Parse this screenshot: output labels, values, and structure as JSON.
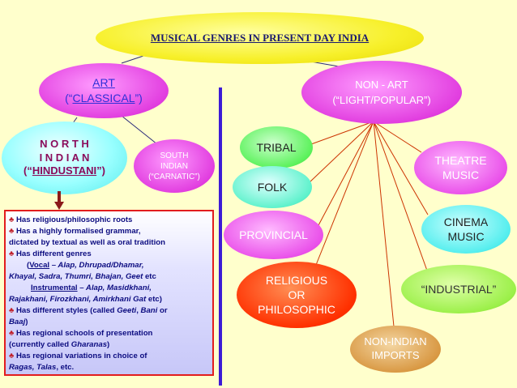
{
  "diagram": {
    "title": "MUSICAL GENRES IN PRESENT DAY INDIA",
    "art": {
      "line1": "ART",
      "line2_prefix": "(“",
      "line2_word": "CLASSICAL",
      "line2_suffix": "”)"
    },
    "non_art": {
      "line1": "NON - ART",
      "line2": "(“LIGHT/POPULAR”)"
    },
    "north_indian": {
      "line1": "N O R T H",
      "line2": "I N D I A N",
      "line3_prefix": "(“",
      "line3_word": "HINDUSTANI",
      "line3_suffix": "”)"
    },
    "south_indian": {
      "line1": "SOUTH",
      "line2": "INDIAN",
      "line3": "(“CARNATIC”)"
    },
    "genres": {
      "tribal": "TRIBAL",
      "folk": "FOLK",
      "provincial": "PROVINCIAL",
      "religious": {
        "line1": "RELIGIOUS",
        "line2": "OR",
        "line3": "PHILOSOPHIC"
      },
      "theatre": {
        "line1": "THEATRE",
        "line2": "MUSIC"
      },
      "cinema": {
        "line1": "CINEMA",
        "line2": "MUSIC"
      },
      "industrial": "“INDUSTRIAL”",
      "non_indian": {
        "line1": "NON-INDIAN",
        "line2": "IMPORTS"
      }
    },
    "hindustani_notes": {
      "bullet": "♣",
      "b1": " Has religious/philosophic roots",
      "b2": " Has a highly formalised grammar,",
      "b2_cont": "dictated by textual as well as oral tradition",
      "b3": " Has different genres",
      "vocal_word": "Vocal",
      "vocal_rest": " – Alap, Dhrupad/Dhamar,",
      "vocal_cont": "Khayal, Sadra, Thumri, Bhajan, Geet",
      "vocal_etc": " etc",
      "instr_word": "Instrumental",
      "instr_rest": " – Alap, Masidkhani,",
      "instr_cont": "Rajakhani, Firozkhani, Amirkhani Gat",
      "instr_etc": " etc)",
      "b4_start": " Has different styles (called ",
      "b4_geeti": "Geeti",
      "b4_comma": ", ",
      "b4_bani": "Bani",
      "b4_or": " or",
      "b4_baaj": "Baaj",
      "b4_end": ")",
      "b5": " Has regional schools of presentation",
      "b5_cont_start": "(currently called ",
      "b5_gharanas": "Gharanas",
      "b5_cont_end": ")",
      "b6": " Has regional variations in choice of",
      "b6_ragas": "Ragas, Talas",
      "b6_end": ", etc."
    },
    "colors": {
      "background": "#ffffcc",
      "title_fill": "#f7f02a",
      "magenta": "#e23fe0",
      "divider": "#3d1bd6",
      "text_box_border": "#e21d1d",
      "connector_lines": "#cc3300"
    }
  }
}
